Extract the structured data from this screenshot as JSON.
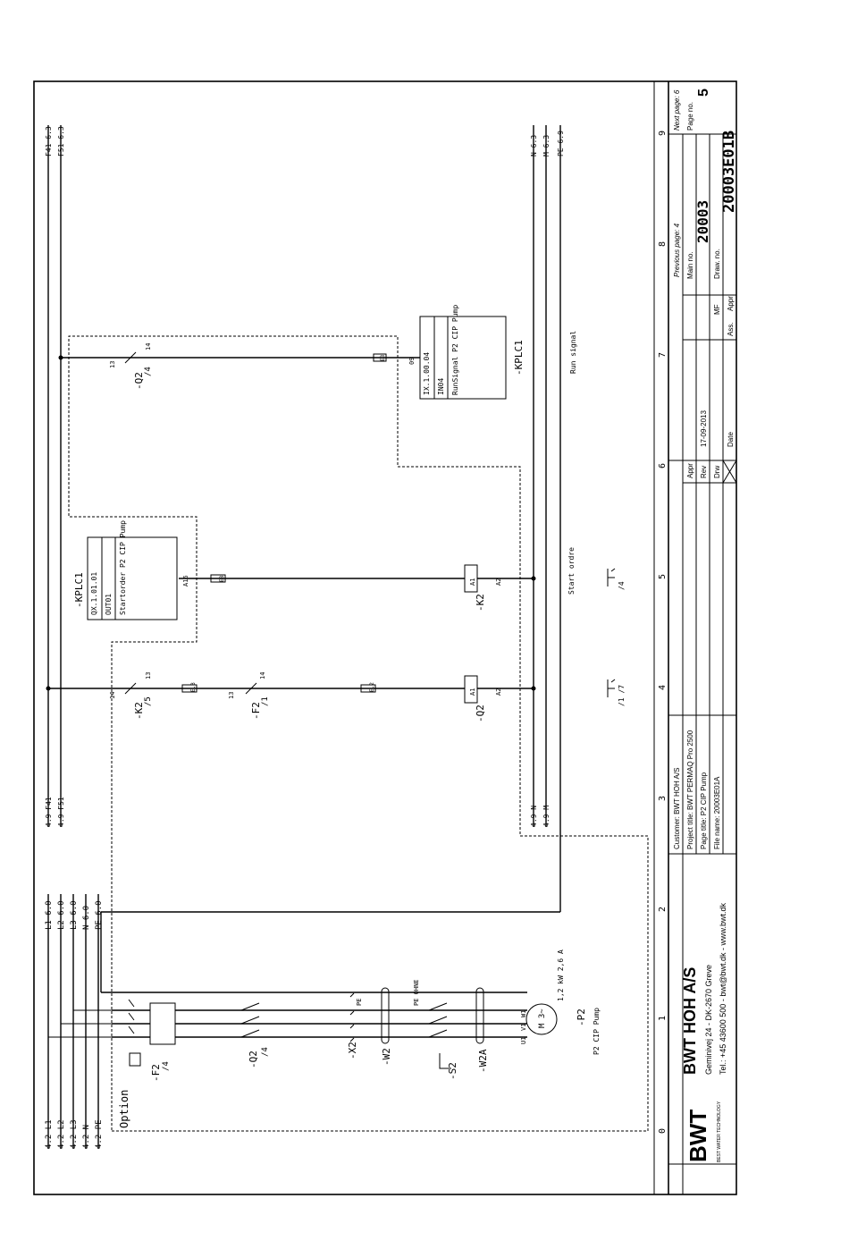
{
  "title_block": {
    "company": "BWT HOH A/S",
    "address": "Geminivej 24 - DK-2670 Greve",
    "contact": "Tel.: +45 43600 500 - bwt@bwt.dk - www.bwt.dk",
    "customer": "Customer: BWT HOH A/S",
    "project_title": "Project title: BWT PERMAQ Pro 2500",
    "page_title": "Page title: P2 CIP Pump",
    "file_name": "File name: 20003E01A",
    "appr_label": "Appr",
    "rev_label": "Rev",
    "drw_label": "Drw",
    "date_label": "Date",
    "rev_date": "17-09-2013",
    "drawer": "MF",
    "ass_label": "Ass.",
    "appr2_label": "Appr",
    "previous_page": "Previous page: 4",
    "next_page": "Next page: 6",
    "main_no_label": "Main no.",
    "main_no": "20003",
    "page_no_label": "Page no.",
    "page_no": "5",
    "draw_no_label": "Draw. no.",
    "draw_no": "20003E01B",
    "logo_text": "BWT",
    "logo_sub": "BEST WATER TECHNOLOGY"
  },
  "columns": [
    "0",
    "1",
    "2",
    "3",
    "4",
    "5",
    "6",
    "7",
    "8",
    "9"
  ],
  "power_rails_left": [
    "4.2 L1",
    "4.2 L2",
    "4.2 L3",
    "4.2 N",
    "4.2 PE"
  ],
  "power_rails_right": [
    "L1 6.0",
    "L2 6.0",
    "L3 6.0",
    "N 6.0",
    "PE 6.0"
  ],
  "control_rails_left": [
    "4.9 F41",
    "4.9 F51",
    "4.9 N",
    "4.9 M"
  ],
  "control_rails_right": [
    "F41 6.3",
    "F51 6.3",
    "N 6.3",
    "M 6.3",
    "PE 6.9"
  ],
  "components": {
    "f2": "-F2",
    "f2_ref": "/4",
    "q2": "-Q2",
    "q2_ref": "/4",
    "x2": "-X2",
    "w2": "-W2",
    "s2": "-S2",
    "w2a": "-W2A",
    "motor": "M 3~",
    "p2": "-P2",
    "p2_desc": "P2 CIP Pump",
    "rating": "1,2 kW 2,6 A",
    "option": "Option",
    "k2_contact": "-K2",
    "k2_contact_ref": "/5",
    "f2_contact": "-F2",
    "f2_contact_ref": "/1",
    "q2_coil": "-Q2",
    "k2_coil": "-K2",
    "q2_contact": "-Q2",
    "q2_contact_ref": "/4",
    "kplc_out": "-KPLC1",
    "kplc_in": "-KPLC1",
    "out_addr": "QX.1.01.01",
    "out_name": "OUT01",
    "out_desc": "Startorder P2 CIP Pump",
    "in_addr": "IX.1.00.04",
    "in_name": "IN04",
    "in_desc": "RunSignal P2 CIP Pump",
    "start_order": "Start ordre",
    "run_signal": "Run signal",
    "xref_q2": "/1 /7",
    "xref_k2": "/4"
  },
  "terminals": {
    "t13": "13",
    "t14": "14",
    "a1": "A1",
    "a2": "A2",
    "f2_out": "E.2",
    "k2_out": "E.3",
    "q2_in": "E3",
    "plc_out": "E8",
    "plc_out_pin": "A16",
    "plc_in_pin": "09",
    "pe": "PE",
    "ohne": "PE OHNE",
    "u1": "U1",
    "v1": "V1",
    "w1": "W1"
  }
}
